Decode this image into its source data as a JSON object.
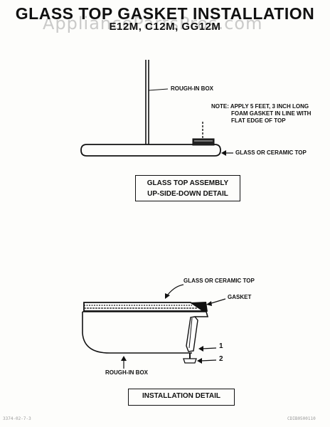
{
  "title": "GLASS TOP GASKET INSTALLATION",
  "subtitle": "E12M, C12M, GG12M",
  "watermark": "AppliancePartsPros.com",
  "top_detail": {
    "label_roughin": "ROUGH-IN BOX",
    "note_line1": "NOTE:  APPLY 5 FEET, 3 INCH LONG",
    "note_line2": "FOAM GASKET IN LINE WITH",
    "note_line3": "FLAT EDGE OF TOP",
    "label_top": "GLASS OR CERAMIC TOP",
    "caption_line1": "GLASS TOP ASSEMBLY",
    "caption_line2": "UP-SIDE-DOWN DETAIL"
  },
  "bottom_detail": {
    "label_top": "GLASS OR CERAMIC TOP",
    "label_gasket": "GASKET",
    "callout_1": "1",
    "callout_2": "2",
    "label_roughin": "ROUGH-IN BOX",
    "caption": "INSTALLATION DETAIL"
  },
  "footer_left": "3374-02-7-3",
  "footer_right": "CDIB0500110"
}
